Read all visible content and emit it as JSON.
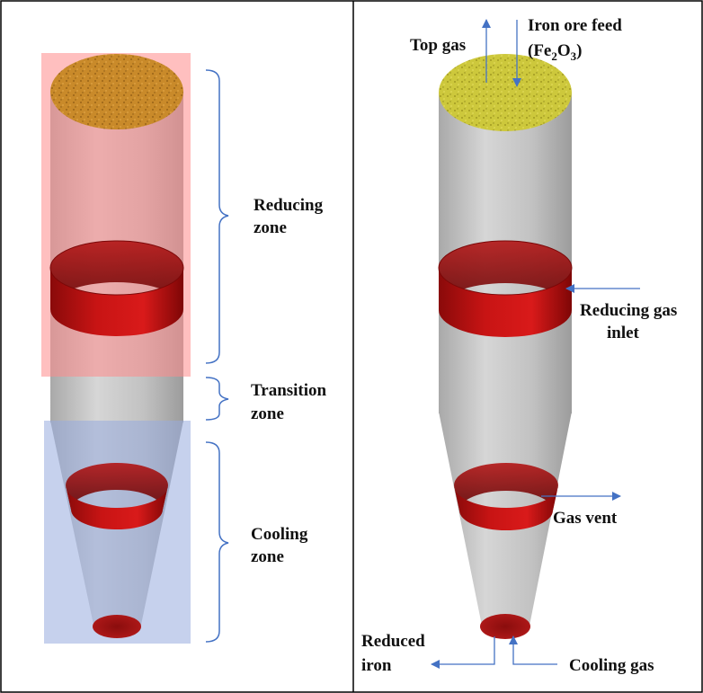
{
  "left_panel": {
    "zones": [
      {
        "line1": "Reducing",
        "line2": "zone"
      },
      {
        "line1": "Transition",
        "line2": "zone"
      },
      {
        "line1": "Cooling",
        "line2": "zone"
      }
    ]
  },
  "right_panel": {
    "top_gas": "Top gas",
    "iron_ore_feed": "Iron ore feed",
    "fe2o3": {
      "open": "(Fe",
      "sub1": "2",
      "mid": "O",
      "sub2": "3",
      "close": ")"
    },
    "reducing_gas_line1": "Reducing gas",
    "reducing_gas_line2": "inlet",
    "gas_vent": "Gas vent",
    "reduced_iron_line1": "Reduced",
    "reduced_iron_line2": "iron",
    "cooling_gas": "Cooling gas"
  },
  "colors": {
    "reactor_body": "#c4c4c4",
    "ring_red": "#cc1010",
    "ore_left": "#c98a2a",
    "ore_right": "#c9c43a",
    "reducing_zone": "#ff9c9c",
    "cooling_zone": "#9fb3e0",
    "arrow": "#4472c4"
  }
}
